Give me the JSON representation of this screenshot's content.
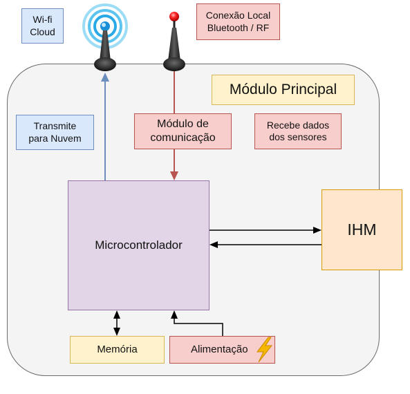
{
  "labels": {
    "wifi_line1": "Wi-fi",
    "wifi_line2": "Cloud",
    "local_line1": "Conexão Local",
    "local_line2": "Bluetooth / RF",
    "module_title": "Módulo Principal",
    "transmit_line1": "Transmite",
    "transmit_line2": "para Nuvem",
    "comm_line1": "Módulo de",
    "comm_line2": "comunicação",
    "sensors_line1": "Recebe dados",
    "sensors_line2": "dos sensores",
    "mcu": "Microcontrolador",
    "ihm": "IHM",
    "memory": "Memória",
    "power": "Alimentação"
  },
  "icons": {
    "wifi_antenna": "wifi-antenna-icon",
    "radio_antenna": "radio-antenna-icon",
    "lightning": "lightning-icon"
  },
  "colors": {
    "blue_fill": "#dae8fc",
    "blue_stroke": "#6c8ebf",
    "red_fill": "#f8cecc",
    "red_stroke": "#b85450",
    "yellow_fill": "#fff2cc",
    "purple_fill": "#e1d5e7",
    "orange_fill": "#ffe6cc"
  }
}
